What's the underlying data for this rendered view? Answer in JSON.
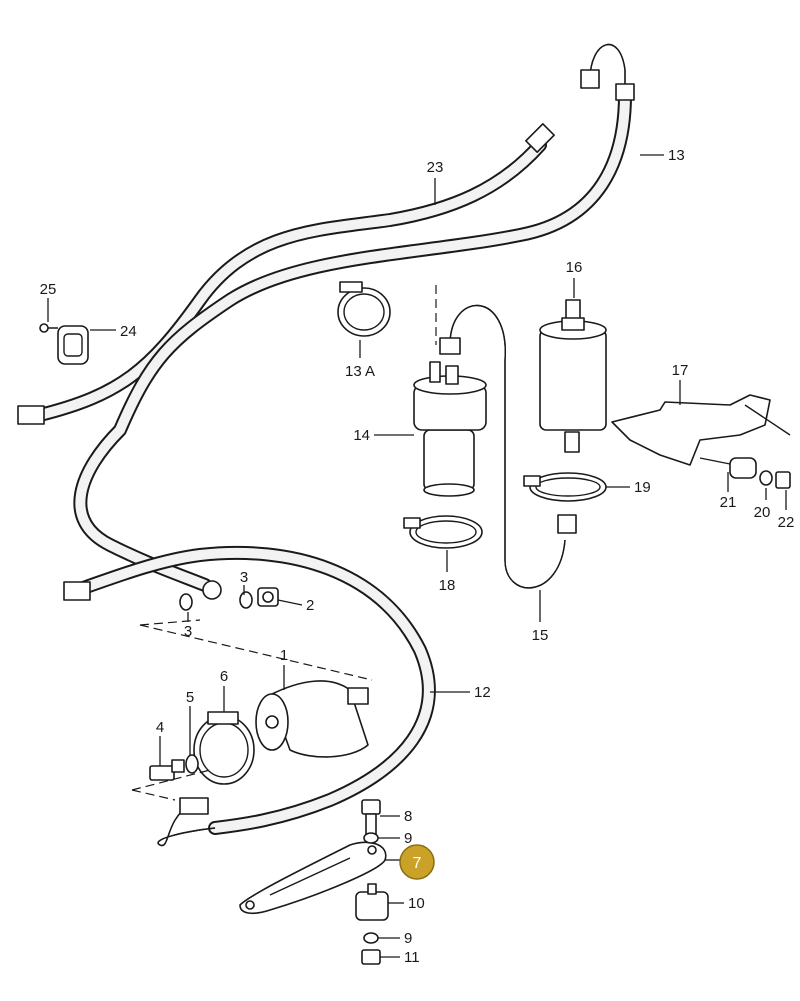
{
  "colors": {
    "ink": "#1a1a1a",
    "hose_fill": "#f3f3f3",
    "highlight_fill": "#c9a227",
    "highlight_text": "#ffffff"
  },
  "callouts": [
    {
      "id": "1",
      "text": "1"
    },
    {
      "id": "2",
      "text": "2"
    },
    {
      "id": "3a",
      "text": "3"
    },
    {
      "id": "3b",
      "text": "3"
    },
    {
      "id": "4",
      "text": "4"
    },
    {
      "id": "5",
      "text": "5"
    },
    {
      "id": "6",
      "text": "6"
    },
    {
      "id": "7",
      "text": "7",
      "highlighted": true
    },
    {
      "id": "8",
      "text": "8"
    },
    {
      "id": "9a",
      "text": "9"
    },
    {
      "id": "9b",
      "text": "9"
    },
    {
      "id": "10",
      "text": "10"
    },
    {
      "id": "11",
      "text": "11"
    },
    {
      "id": "12",
      "text": "12"
    },
    {
      "id": "13",
      "text": "13"
    },
    {
      "id": "13A",
      "text": "13 A"
    },
    {
      "id": "14",
      "text": "14"
    },
    {
      "id": "15",
      "text": "15"
    },
    {
      "id": "16",
      "text": "16"
    },
    {
      "id": "17",
      "text": "17"
    },
    {
      "id": "18",
      "text": "18"
    },
    {
      "id": "19",
      "text": "19"
    },
    {
      "id": "20",
      "text": "20"
    },
    {
      "id": "21",
      "text": "21"
    },
    {
      "id": "22",
      "text": "22"
    },
    {
      "id": "23",
      "text": "23"
    },
    {
      "id": "24",
      "text": "24"
    },
    {
      "id": "25",
      "text": "25"
    }
  ]
}
